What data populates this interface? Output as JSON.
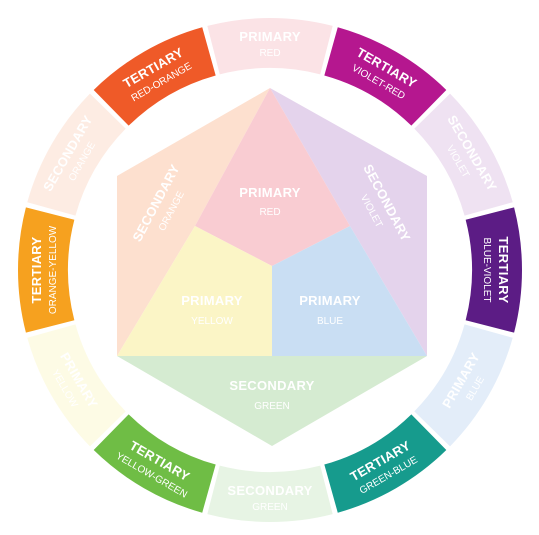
{
  "outer_ring": [
    {
      "type": "PRIMARY",
      "name": "RED",
      "color": "#fbe3e6",
      "text": "#ffffff"
    },
    {
      "type": "TERTIARY",
      "name": "VIOLET-RED",
      "color": "#b5178f",
      "text": "#ffffff"
    },
    {
      "type": "SECONDARY",
      "name": "VIOLET",
      "color": "#efe2f2",
      "text": "#ffffff"
    },
    {
      "type": "TERTIARY",
      "name": "BLUE-VIOLET",
      "color": "#5c1c85",
      "text": "#ffffff"
    },
    {
      "type": "PRIMARY",
      "name": "BLUE",
      "color": "#e3edf9",
      "text": "#ffffff"
    },
    {
      "type": "TERTIARY",
      "name": "GREEN-BLUE",
      "color": "#169b8d",
      "text": "#ffffff"
    },
    {
      "type": "SECONDARY",
      "name": "GREEN",
      "color": "#e7f4e4",
      "text": "#ffffff"
    },
    {
      "type": "TERTIARY",
      "name": "YELLOW-GREEN",
      "color": "#6fbd45",
      "text": "#ffffff"
    },
    {
      "type": "PRIMARY",
      "name": "YELLOW",
      "color": "#fdfbe5",
      "text": "#ffffff"
    },
    {
      "type": "TERTIARY",
      "name": "ORANGE-YELLOW",
      "color": "#f6a11f",
      "text": "#ffffff"
    },
    {
      "type": "SECONDARY",
      "name": "ORANGE",
      "color": "#fdece3",
      "text": "#ffffff"
    },
    {
      "type": "TERTIARY",
      "name": "RED-ORANGE",
      "color": "#ef5a28",
      "text": "#ffffff"
    }
  ],
  "inner_hexagon": {
    "secondary_orange": {
      "type": "SECONDARY",
      "name": "ORANGE",
      "color": "#fde0cf"
    },
    "secondary_violet": {
      "type": "SECONDARY",
      "name": "VIOLET",
      "color": "#e4d3ec"
    },
    "secondary_green": {
      "type": "SECONDARY",
      "name": "GREEN",
      "color": "#d5ebd1"
    },
    "primary_red": {
      "type": "PRIMARY",
      "name": "RED",
      "color": "#f9ccd2"
    },
    "primary_yellow": {
      "type": "PRIMARY",
      "name": "YELLOW",
      "color": "#fbf5c6"
    },
    "primary_blue": {
      "type": "PRIMARY",
      "name": "BLUE",
      "color": "#c9def3"
    }
  }
}
